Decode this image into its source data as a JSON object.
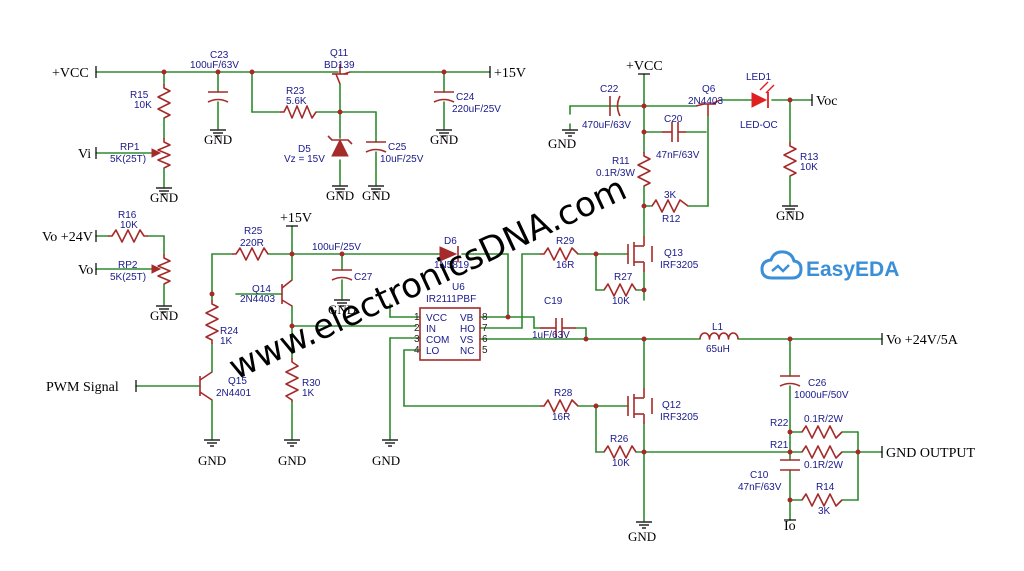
{
  "nets": {
    "vcc_in": "+VCC",
    "vcc_top": "+VCC",
    "p15_a": "+15V",
    "p15_b": "+15V",
    "vi": "Vi",
    "vo24": "Vo +24V",
    "vo": "Vo",
    "pwm": "PWM Signal",
    "out": "Vo +24V/5A",
    "gnd_out": "GND OUTPUT",
    "io": "Io",
    "voc": "Voc",
    "gnd": "GND"
  },
  "components": {
    "C23": {
      "ref": "C23",
      "value": "100uF/63V"
    },
    "Q11": {
      "ref": "Q11",
      "value": "BD139"
    },
    "R15": {
      "ref": "R15",
      "value": "10K"
    },
    "RP1": {
      "ref": "RP1",
      "value": "5K(25T)"
    },
    "R23": {
      "ref": "R23",
      "value": "5.6K"
    },
    "D5": {
      "ref": "D5",
      "value": "Vz = 15V"
    },
    "C25": {
      "ref": "C25",
      "value": "10uF/25V"
    },
    "C24": {
      "ref": "C24",
      "value": "220uF/25V"
    },
    "R16": {
      "ref": "R16",
      "value": "10K"
    },
    "RP2": {
      "ref": "RP2",
      "value": "5K(25T)"
    },
    "R25": {
      "ref": "R25",
      "value": "220R"
    },
    "C27": {
      "ref": "C27",
      "value": "100uF/25V"
    },
    "D6": {
      "ref": "D6",
      "value": "1N5819"
    },
    "U6": {
      "ref": "U6",
      "value": "IR2111PBF"
    },
    "Q14": {
      "ref": "Q14",
      "value": "2N4403"
    },
    "R24": {
      "ref": "R24",
      "value": "1K"
    },
    "Q15": {
      "ref": "Q15",
      "value": "2N4401"
    },
    "R30": {
      "ref": "R30",
      "value": "1K"
    },
    "C19": {
      "ref": "C19",
      "value": "1uF/63V"
    },
    "R29": {
      "ref": "R29",
      "value": "16R"
    },
    "R27": {
      "ref": "R27",
      "value": "10K"
    },
    "Q13": {
      "ref": "Q13",
      "value": "IRF3205"
    },
    "R28": {
      "ref": "R28",
      "value": "16R"
    },
    "R26": {
      "ref": "R26",
      "value": "10K"
    },
    "Q12": {
      "ref": "Q12",
      "value": "IRF3205"
    },
    "L1": {
      "ref": "L1",
      "value": "65uH"
    },
    "C26": {
      "ref": "C26",
      "value": "1000uF/50V"
    },
    "R22": {
      "ref": "R22",
      "value": "0.1R/2W"
    },
    "R21": {
      "ref": "R21",
      "value": "0.1R/2W"
    },
    "C10": {
      "ref": "C10",
      "value": "47nF/63V"
    },
    "R14": {
      "ref": "R14",
      "value": "3K"
    },
    "C22": {
      "ref": "C22",
      "value": "470uF/63V"
    },
    "C20": {
      "ref": "C20",
      "value": "47nF/63V"
    },
    "Q6": {
      "ref": "Q6",
      "value": "2N4403"
    },
    "LED1": {
      "ref": "LED1",
      "value": "LED-OC"
    },
    "R11": {
      "ref": "R11",
      "value": "0.1R/3W"
    },
    "R12": {
      "ref": "R12",
      "value": "3K"
    },
    "R13": {
      "ref": "R13",
      "value": "10K"
    }
  },
  "ic_pins": {
    "left": [
      {
        "num": "1",
        "name": "VCC"
      },
      {
        "num": "2",
        "name": "IN"
      },
      {
        "num": "3",
        "name": "COM"
      },
      {
        "num": "4",
        "name": "LO"
      }
    ],
    "right": [
      {
        "num": "8",
        "name": "VB"
      },
      {
        "num": "7",
        "name": "HO"
      },
      {
        "num": "6",
        "name": "VS"
      },
      {
        "num": "5",
        "name": "NC"
      }
    ]
  },
  "watermark": "www.electronicsDNA.com",
  "brand": "EasyEDA",
  "colors": {
    "wire": "#2e8b2e",
    "component": "#a52a2a",
    "label": "#1a1a8c",
    "brand": "#3a8fd6"
  }
}
